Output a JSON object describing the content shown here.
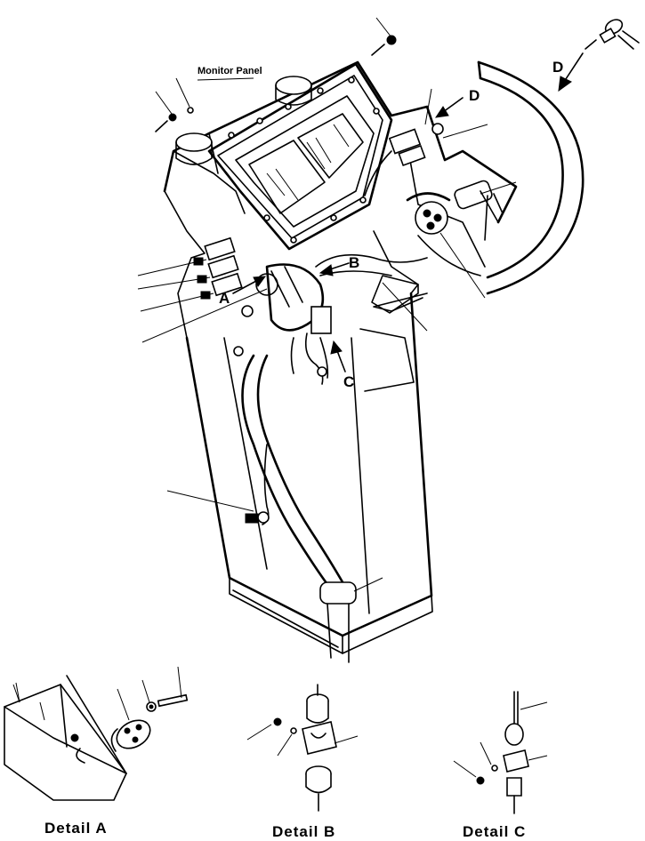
{
  "labels": {
    "monitor_panel": "Monitor Panel",
    "arrow_a": "A",
    "arrow_b": "B",
    "arrow_c": "C",
    "arrow_d_top": "D",
    "arrow_d_right": "D"
  },
  "details": {
    "a": "Detail  A",
    "b": "Detail  B",
    "c": "Detail  C"
  }
}
